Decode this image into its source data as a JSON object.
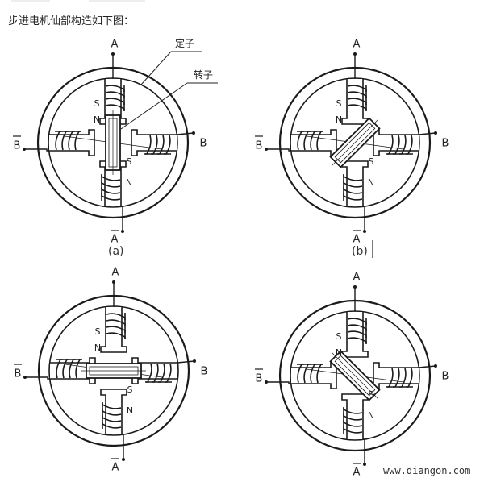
{
  "header": "步进电机仙部构造如下图：",
  "watermark": "www.diangon.com",
  "callouts": {
    "stator": "定子",
    "rotor": "转子"
  },
  "ports": {
    "a": "A",
    "a_bar": "A",
    "b": "B",
    "b_bar": "B"
  },
  "pole_labels": {
    "n": "N",
    "s": "S"
  },
  "captions": {
    "a": "(a)",
    "b": "(b)"
  },
  "panels": [
    {
      "id": "a",
      "rotor_angle_deg": 0,
      "caption": "(a)"
    },
    {
      "id": "b",
      "rotor_angle_deg": 45,
      "caption": "(b)"
    },
    {
      "id": "c",
      "rotor_angle_deg": 90,
      "caption": ""
    },
    {
      "id": "d",
      "rotor_angle_deg": -45,
      "caption": ""
    }
  ],
  "colors": {
    "ink": "#1a1a1a",
    "background": "#ffffff"
  }
}
